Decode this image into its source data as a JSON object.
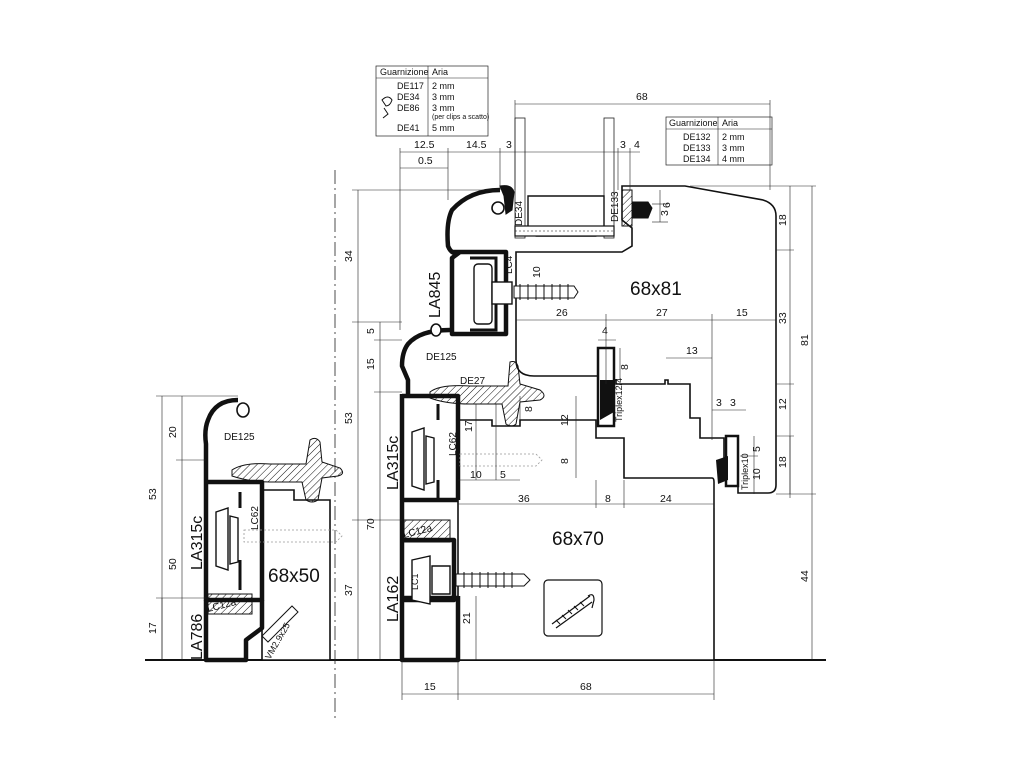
{
  "seal_table_left": {
    "headers": [
      "Guarnizione",
      "Aria"
    ],
    "rows": [
      {
        "code": "DE117",
        "air": "2 mm"
      },
      {
        "code": "DE34",
        "air": "3 mm"
      },
      {
        "code": "DE86",
        "air": "3 mm",
        "note": "(per clips a scatto)"
      },
      {
        "code": "DE41",
        "air": "5 mm"
      }
    ]
  },
  "seal_table_right": {
    "headers": [
      "Guarnizione",
      "Aria"
    ],
    "rows": [
      {
        "code": "DE132",
        "air": "2 mm"
      },
      {
        "code": "DE133",
        "air": "3 mm"
      },
      {
        "code": "DE134",
        "air": "4 mm"
      }
    ]
  },
  "dimensions": {
    "top_68": "68",
    "d_12_5": "12.5",
    "d_14_5": "14.5",
    "d_3_a": "3",
    "d_3_b": "3",
    "d_4_a": "4",
    "d_0_5": "0.5",
    "d_6": "6",
    "d_3_c": "3",
    "d_18_a": "18",
    "d_34": "34",
    "d_10_a": "10",
    "d_26": "26",
    "d_27": "27",
    "d_15_a": "15",
    "d_33": "33",
    "d_81": "81",
    "d_5_a": "5",
    "d_4_b": "4",
    "d_8_a": "8",
    "d_13": "13",
    "d_15_b": "15",
    "d_53_a": "53",
    "d_12_a": "12",
    "d_3_d": "3",
    "d_3_e": "3",
    "d_8_b": "8",
    "d_17": "17",
    "d_12_b": "12",
    "d_5_b": "5",
    "d_8_c": "8",
    "d_18_b": "18",
    "d_10_b": "10",
    "d_5_c": "5",
    "d_10_c": "10",
    "d_36": "36",
    "d_8_d": "8",
    "d_24": "24",
    "d_70": "70",
    "d_37": "37",
    "d_21": "21",
    "d_44": "44",
    "d_15_bottom": "15",
    "d_68_bottom": "68",
    "d_20": "20",
    "d_53_b": "53",
    "d_50": "50",
    "d_17_b": "17"
  },
  "profiles": {
    "sash_large": "68x81",
    "frame_large": "68x70",
    "sash_small": "68x50",
    "la845": "LA845",
    "la315c_a": "LA315c",
    "la162": "LA162",
    "la315c_b": "LA315c",
    "la786": "LA786"
  },
  "labels": {
    "de34": "DE34",
    "de133": "DE133",
    "lc4": "LC4",
    "de125_a": "DE125",
    "de27": "DE27",
    "lc62_a": "LC62",
    "triplex12": "Triplex12/4",
    "triplex10": "Triplex10",
    "lc12a_a": "LC12a",
    "lc1": "LC1",
    "de125_b": "DE125",
    "lc62_b": "LC62",
    "lc12a_b": "LC12a",
    "vm": "VM2.9x25"
  }
}
